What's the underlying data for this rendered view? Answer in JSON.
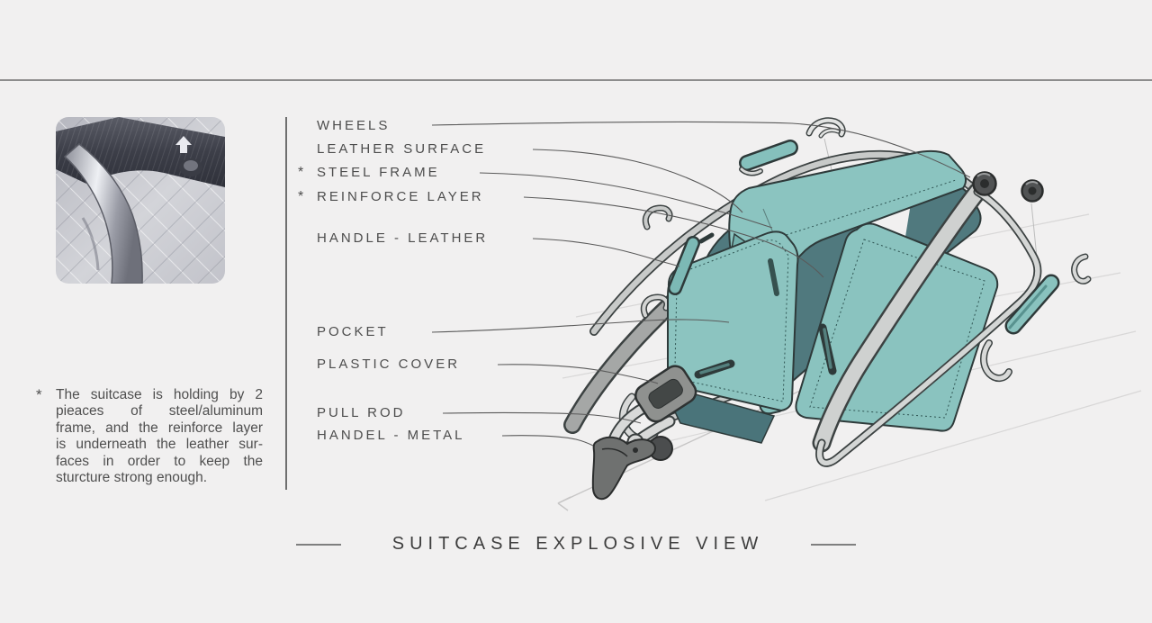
{
  "parts_list": {
    "items": [
      {
        "star": "",
        "text": "WHEELS"
      },
      {
        "star": "",
        "text": "LEATHER SURFACE"
      },
      {
        "star": "*",
        "text": "STEEL FRAME"
      },
      {
        "star": "*",
        "text": "REINFORCE LAYER"
      },
      {
        "star": "",
        "text": "HANDLE - LEATHER"
      },
      {
        "star": "",
        "text": "POCKET"
      },
      {
        "star": "",
        "text": "PLASTIC COVER"
      },
      {
        "star": "",
        "text": "PULL ROD"
      },
      {
        "star": "",
        "text": "HANDEL - METAL"
      }
    ]
  },
  "footnote": {
    "star": "*",
    "lines": [
      "The suitcase is holding by 2",
      "pieaces of steel/aluminum",
      "frame, and the reinforce layer",
      "is underneath the leather sur-",
      "faces in order to keep the",
      "sturcture strong enough."
    ]
  },
  "footer": {
    "title": "SUITCASE EXPLOSIVE VIEW"
  },
  "colors": {
    "background": "#f1f0f0",
    "teal": "#8ac3bf",
    "teal_dark": "#50797e",
    "frame_gray": "#d0d2d1",
    "outline": "#2e3a3a",
    "rule_gray": "#8d8d8d"
  }
}
